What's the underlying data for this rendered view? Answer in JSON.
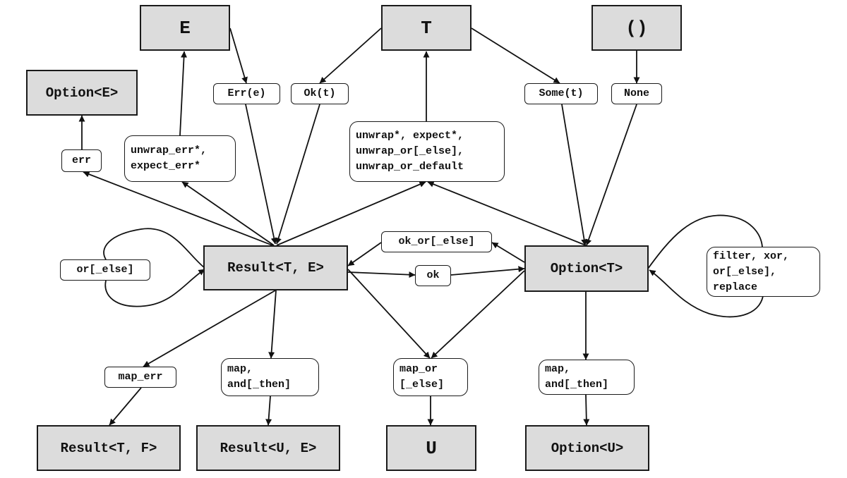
{
  "types": {
    "E": "E",
    "T": "T",
    "unit": "()",
    "option_e": "Option<E>",
    "result_te": "Result<T, E>",
    "option_t": "Option<T>",
    "result_tf": "Result<T, F>",
    "result_ue": "Result<U, E>",
    "U": "U",
    "option_u": "Option<U>"
  },
  "methods": {
    "err_e": "Err(e)",
    "ok_t": "Ok(t)",
    "some_t": "Some(t)",
    "none": "None",
    "err": "err",
    "unwrap_err": "unwrap_err*,\nexpect_err*",
    "unwrap": "unwrap*, expect*,\nunwrap_or[_else],\nunwrap_or_default",
    "ok_or": "ok_or[_else]",
    "ok": "ok",
    "or_else": "or[_else]",
    "filter": "filter, xor,\nor[_else],\nreplace",
    "map_err": "map_err",
    "map_and_then_result": "map,\nand[_then]",
    "map_or": "map_or\n[_else]",
    "map_and_then_option": "map,\nand[_then]"
  }
}
